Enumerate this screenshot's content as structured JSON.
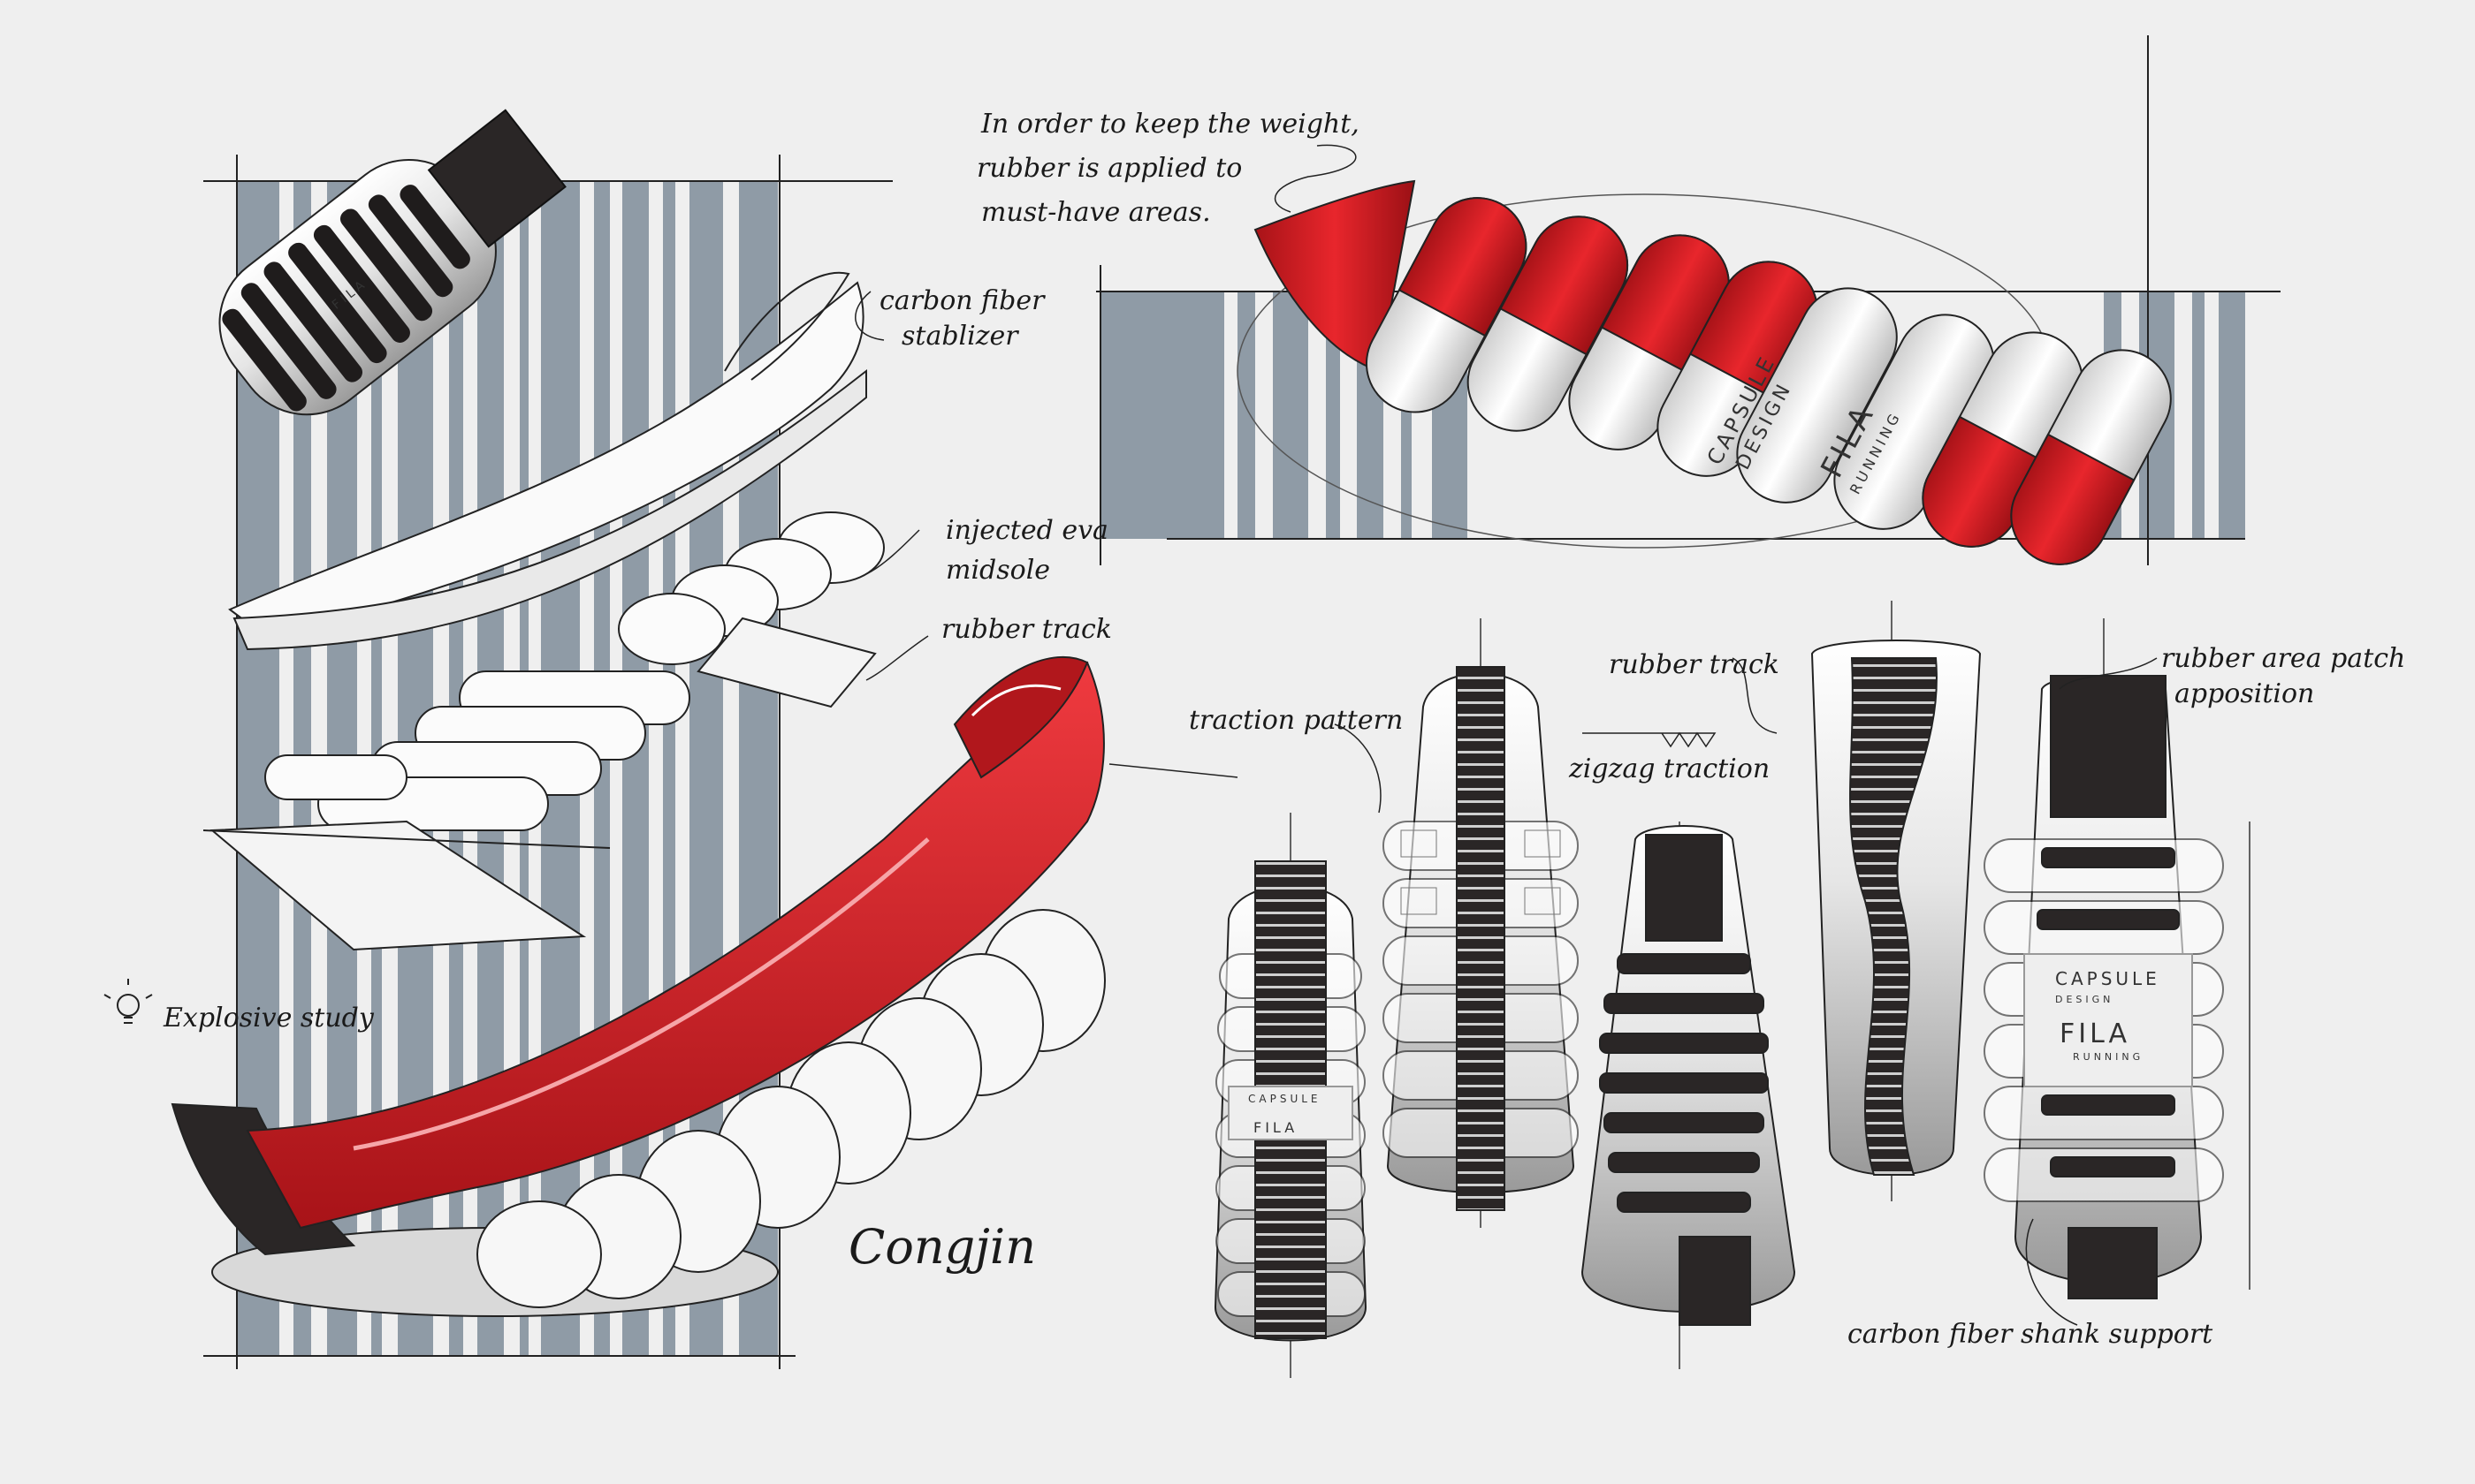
{
  "annotations": {
    "weight_line1": "In order to keep the weight,",
    "weight_line2": "rubber is applied to",
    "weight_line3": "must-have areas.",
    "carbon_line1": "carbon fiber",
    "carbon_line2": "stablizer",
    "eva_line1": "injected eva",
    "eva_line2": "midsole",
    "rubber_track_left": "rubber track",
    "traction_pattern": "traction pattern",
    "rubber_track_right": "rubber track",
    "zigzag": "zigzag traction",
    "patch_line1": "rubber area patch",
    "patch_line2": "apposition",
    "shank": "carbon fiber shank support",
    "explosive": "Explosive study",
    "signature": "Congjin"
  },
  "brand": {
    "capsule": "CAPSULE",
    "design": "DESIGN",
    "fila": "FILA",
    "running": "RUNNING",
    "fila_small": "FILA"
  },
  "colors": {
    "red": "#d41f26",
    "stripe": "#8f9ba6",
    "ink": "#1a1a1a",
    "dark_rubber": "#2a2626"
  }
}
